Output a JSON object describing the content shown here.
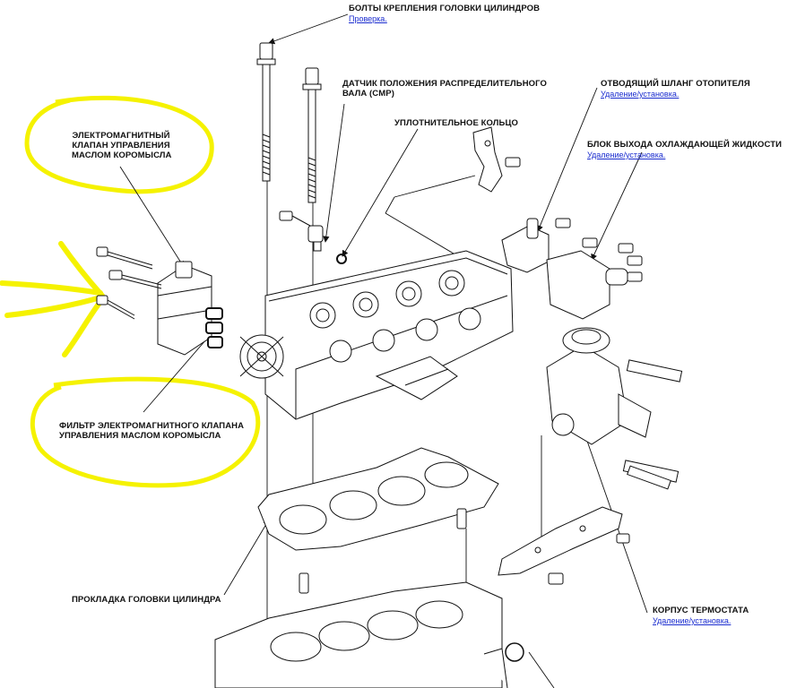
{
  "labels": {
    "head_bolts": "БОЛТЫ КРЕПЛЕНИЯ ГОЛОВКИ ЦИЛИНДРОВ",
    "head_bolts_link": "Проверка.",
    "cmp_sensor_line1": "ДАТЧИК ПОЛОЖЕНИЯ РАСПРЕДЕЛИТЕЛЬНОГО",
    "cmp_sensor_line2": "ВАЛА (CMP)",
    "o_ring": "УПЛОТНИТЕЛЬНОЕ КОЛЬЦО",
    "heater_hose": "ОТВОДЯЩИЙ ШЛАНГ ОТОПИТЕЛЯ",
    "heater_hose_link": "Удаление/установка.",
    "coolant_outlet": "БЛОК ВЫХОДА ОХЛАЖДАЮЩЕЙ ЖИДКОСТИ",
    "coolant_outlet_link": "Удаление/установка.",
    "solenoid_line1": "ЭЛЕКТРОМАГНИТНЫЙ",
    "solenoid_line2": "КЛАПАН УПРАВЛЕНИЯ",
    "solenoid_line3": "МАСЛОМ КОРОМЫСЛА",
    "filter_line1": "ФИЛЬТР ЭЛЕКТРОМАГНИТНОГО КЛАПАНА",
    "filter_line2": "УПРАВЛЕНИЯ МАСЛОМ КОРОМЫСЛА",
    "head_gasket": "ПРОКЛАДКА ГОЛОВКИ ЦИЛИНДРА",
    "thermostat": "КОРПУС ТЕРМОСТАТА",
    "thermostat_link": "Удаление/установка."
  },
  "colors": {
    "highlight": "#f5f200",
    "line": "#111111",
    "link": "#1a2ccf"
  }
}
